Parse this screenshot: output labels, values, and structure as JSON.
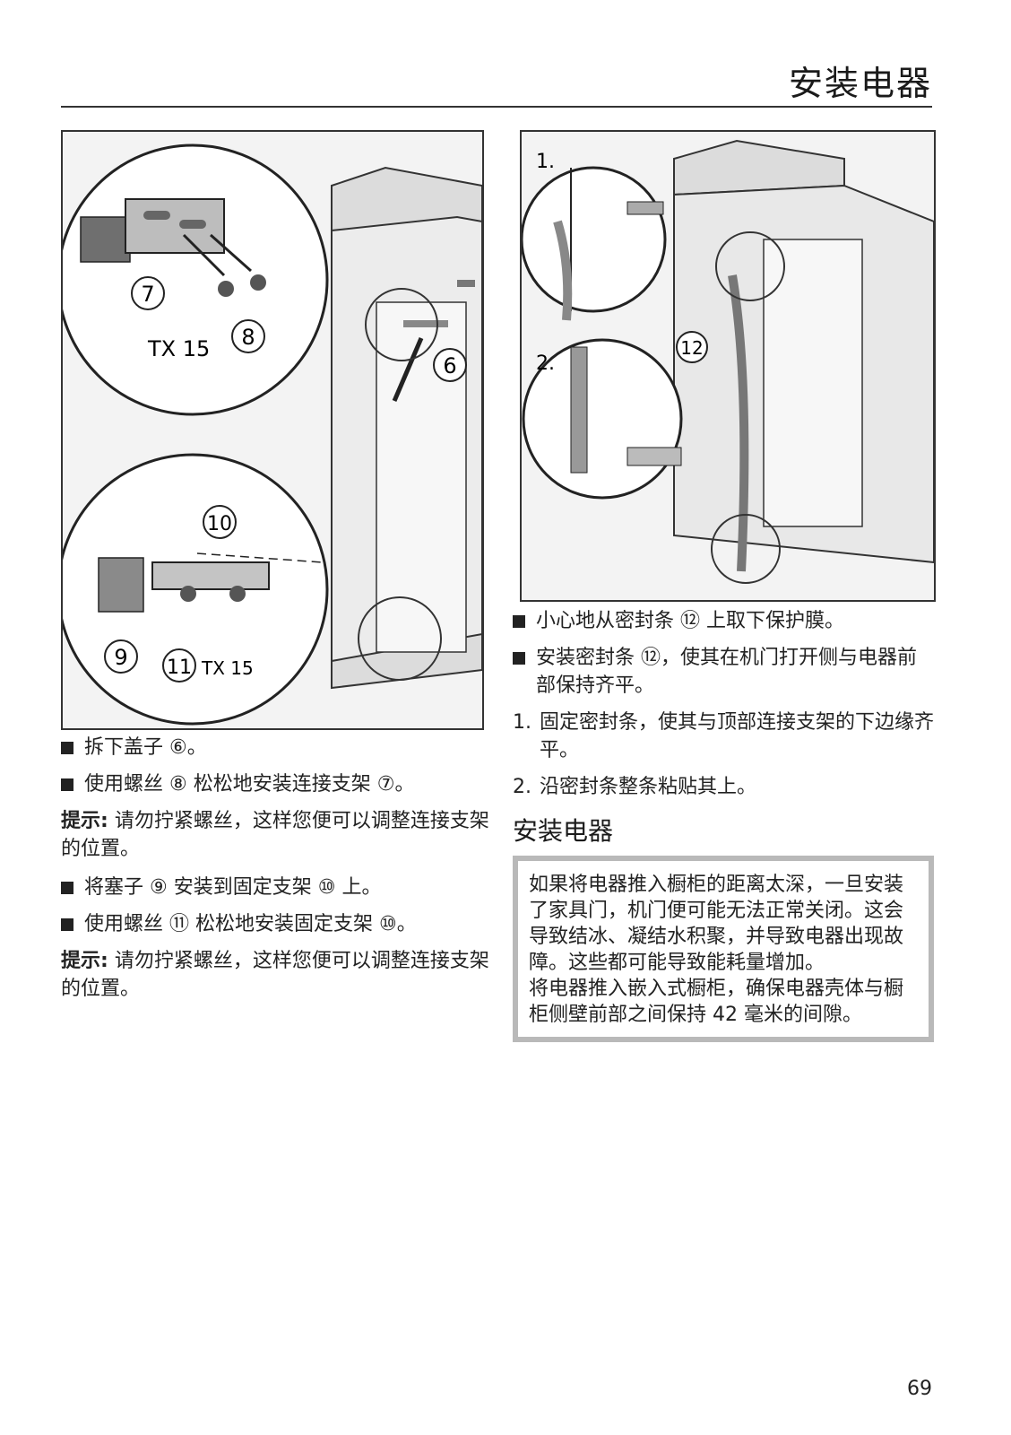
{
  "header": {
    "title": "安装电器"
  },
  "figure_left": {
    "label_7": "7",
    "label_8": "8",
    "label_6": "6",
    "label_9": "9",
    "label_10": "10",
    "label_11": "11",
    "tx_a": "TX 15",
    "tx_b": "TX 15"
  },
  "figure_right": {
    "step_1": "1.",
    "step_2": "2.",
    "label_12": "12"
  },
  "left_column": {
    "bullet_1_text": "拆下盖子",
    "bullet_1_ref": "⑥",
    "bullet_1_end": "。",
    "bullet_2_text": "使用螺丝",
    "bullet_2_ref_a": "⑧",
    "bullet_2_mid": "松松地安装连接支架",
    "bullet_2_ref_b": "⑦",
    "bullet_2_end": "。",
    "note_1_label": "提示:",
    "note_1_text": "请勿拧紧螺丝，这样您便可以调整连接支架的位置。",
    "bullet_3_text": "将塞子",
    "bullet_3_ref_a": "⑨",
    "bullet_3_mid": "安装到固定支架",
    "bullet_3_ref_b": "⑩",
    "bullet_3_end": "上。",
    "bullet_4_text": "使用螺丝",
    "bullet_4_ref_a": "⑪",
    "bullet_4_mid": "松松地安装固定支架",
    "bullet_4_ref_b": "⑩",
    "bullet_4_end": "。",
    "note_2_label": "提示:",
    "note_2_text": "请勿拧紧螺丝，这样您便可以调整连接支架的位置。"
  },
  "right_column": {
    "bullet_1_text": "小心地从密封条",
    "bullet_1_ref": "⑫",
    "bullet_1_end": "上取下保护膜。",
    "bullet_2_text": "安装密封条",
    "bullet_2_ref": "⑫",
    "bullet_2_end": "，使其在机门打开侧与电器前部保持齐平。",
    "step_1_num": "1.",
    "step_1_text": "固定密封条，使其与顶部连接支架的下边缘齐平。",
    "step_2_num": "2.",
    "step_2_text": "沿密封条整条粘贴其上。",
    "section_heading": "安装电器",
    "warning_p1": "如果将电器推入橱柜的距离太深，一旦安装了家具门，机门便可能无法正常关闭。这会导致结冰、凝结水积聚，并导致电器出现故障。这些都可能导致能耗量增加。",
    "warning_p2_a": "将电器推入嵌入式橱柜，确保电器壳体与橱柜侧壁前部之间保持",
    "warning_p2_value": "42 毫米",
    "warning_p2_b": "的间隙。"
  },
  "footer": {
    "page_number": "69"
  }
}
